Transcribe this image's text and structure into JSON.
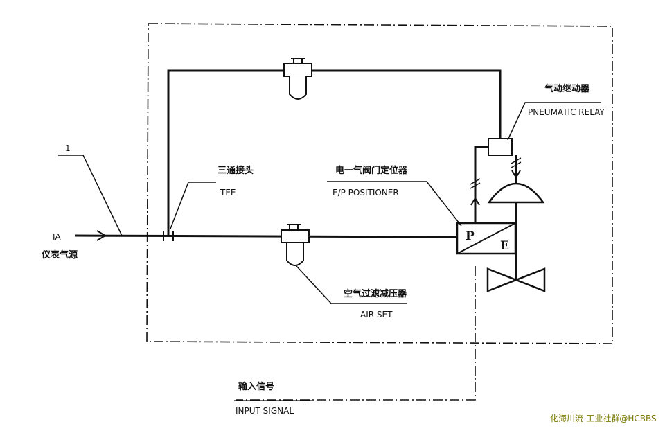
{
  "labels": {
    "callout_number": "1",
    "ia": "IA",
    "ia_cn": "仪表气源",
    "tee_cn": "三通接头",
    "tee_en": "TEE",
    "positioner_cn": "电一气阀门定位器",
    "positioner_en": "E/P POSITIONER",
    "relay_cn": "气动继动器",
    "relay_en": "PNEUMATIC RELAY",
    "airset_cn": "空气过滤减压器",
    "airset_en": "AIR SET",
    "input_cn": "输入信号",
    "input_en": "INPUT SIGNAL",
    "pos_p": "P",
    "pos_e": "E"
  },
  "watermark": "化海川流-工业社群@HCBBS",
  "colors": {
    "line": "#111111",
    "watermark": "#7a7a00"
  }
}
